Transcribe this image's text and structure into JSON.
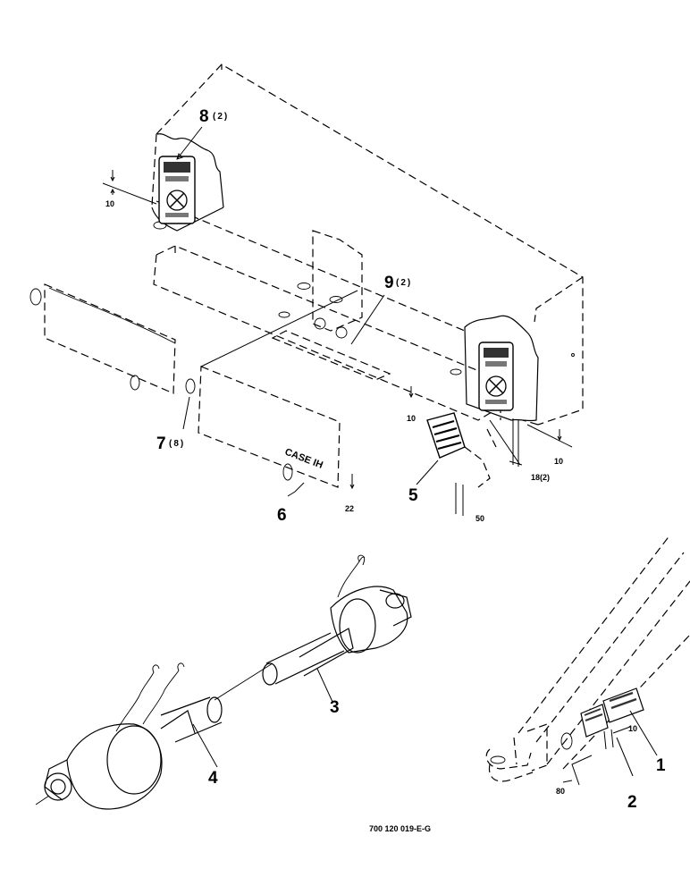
{
  "callouts": {
    "c1": "1",
    "c2": "2",
    "c3": "3",
    "c4": "4",
    "c5": "5",
    "c6": "6",
    "c7": "7",
    "c7_qty": "(8)",
    "c8": "8",
    "c8_qty": "(2)",
    "c9": "9",
    "c9_qty": "(2)"
  },
  "dimensions": {
    "d10_top_left": "10",
    "d10_center": "10",
    "d10_right": "10",
    "d18": "18(2)",
    "d22": "22",
    "d50": "50",
    "d10_tongue": "10",
    "d80": "80"
  },
  "decal_text": {
    "brand": "CASE IH"
  },
  "drawing_number": "700 120 019-E-G"
}
